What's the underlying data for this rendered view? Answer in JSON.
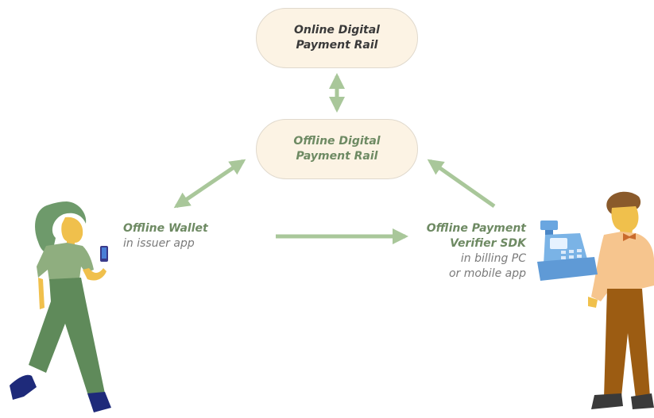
{
  "nodes": {
    "online_rail": {
      "line1": "Online Digital",
      "line2": "Payment Rail"
    },
    "offline_rail": {
      "line1": "Offline Digital",
      "line2": "Payment Rail"
    },
    "wallet": {
      "title": "Offline Wallet",
      "subtitle": "in issuer app"
    },
    "verifier": {
      "title1": "Offline Payment",
      "title2": "Verifier SDK",
      "subtitle1": "in billing PC",
      "subtitle2": "or mobile app"
    }
  },
  "colors": {
    "arrow": "#a9c79a",
    "pill_fill": "#fcf3e4",
    "accent_green": "#6e8a63"
  },
  "icons": [
    "woman-figure-icon",
    "man-figure-icon",
    "cash-register-icon",
    "phone-icon"
  ]
}
